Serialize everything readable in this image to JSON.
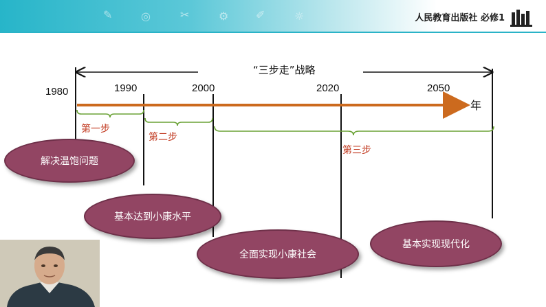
{
  "header": {
    "publisher": "人民教育出版社 必修1",
    "logo_icon": "books-icon"
  },
  "timeline": {
    "title": "“三步走”战略",
    "unit": "年",
    "years": [
      "1980",
      "1990",
      "2000",
      "2020",
      "2050"
    ],
    "axis_color": "#cc6a1e",
    "brace_color": "#6aa235"
  },
  "steps": [
    {
      "label": "第一步",
      "goal": "解决温饱问题"
    },
    {
      "label": "第二步",
      "goal": "基本达到小康水平"
    },
    {
      "label": "第三步",
      "goal": "全面实现小康社会"
    }
  ],
  "final_goal": "基本实现现代化",
  "colors": {
    "ellipse_fill": "#924563",
    "step_text": "#c23b22",
    "banner": "#27b5c9"
  },
  "portrait": {
    "icon": "portrait-photo"
  }
}
